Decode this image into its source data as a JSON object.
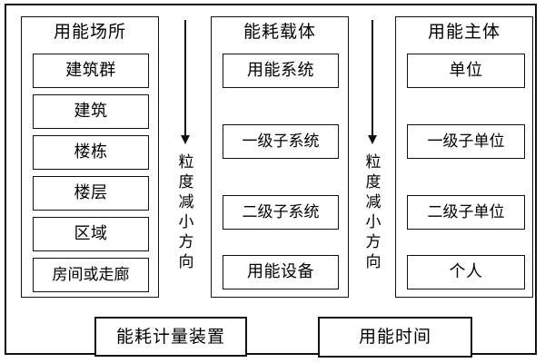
{
  "diagram": {
    "panels": [
      {
        "id": "energy-place",
        "title": "用能场所",
        "items": [
          {
            "label": "建筑群"
          },
          {
            "label": "建筑"
          },
          {
            "label": "楼栋"
          },
          {
            "label": "楼层"
          },
          {
            "label": "区域"
          },
          {
            "label": "房间或走廊"
          }
        ]
      },
      {
        "id": "energy-carrier",
        "title": "能耗载体",
        "items": [
          {
            "label": "用能系统"
          },
          {
            "label": "一级子系统"
          },
          {
            "label": "二级子系统"
          },
          {
            "label": "用能设备"
          }
        ]
      },
      {
        "id": "energy-subject",
        "title": "用能主体",
        "items": [
          {
            "label": "单位"
          },
          {
            "label": "一级子单位"
          },
          {
            "label": "二级子单位"
          },
          {
            "label": "个人"
          }
        ]
      }
    ],
    "flows": [
      {
        "id": "flow-1",
        "arrow_icon": "arrow-down-icon",
        "caption": "粒度减小方向",
        "caption_chars": [
          "粒",
          "度",
          "减",
          "小",
          "方",
          "向"
        ]
      },
      {
        "id": "flow-2",
        "arrow_icon": "arrow-down-icon",
        "caption": "粒度减小方向",
        "caption_chars": [
          "粒",
          "度",
          "减",
          "小",
          "方",
          "向"
        ]
      }
    ],
    "bottom_boxes": [
      {
        "id": "metering-device",
        "label": "能耗计量装置"
      },
      {
        "id": "energy-time",
        "label": "用能时间"
      }
    ],
    "colors": {
      "line": "#111111",
      "background": "#ffffff"
    }
  }
}
